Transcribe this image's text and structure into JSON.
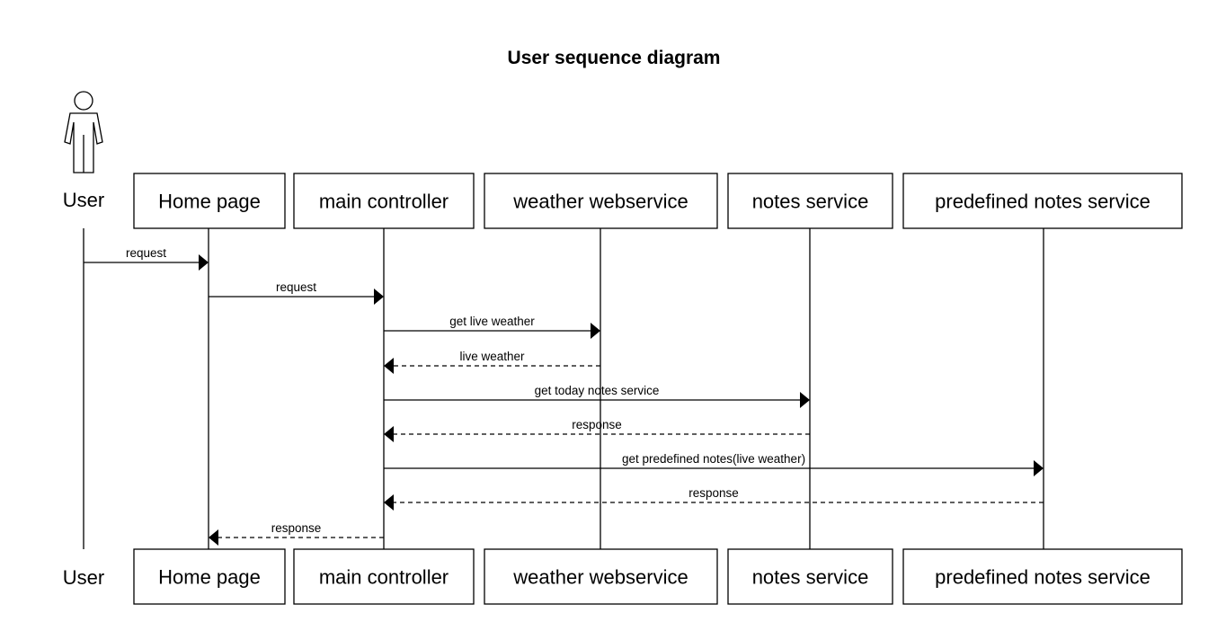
{
  "title": "User sequence diagram",
  "actor": {
    "label": "User"
  },
  "participants": [
    {
      "id": "home",
      "label": "Home page"
    },
    {
      "id": "main",
      "label": "main controller"
    },
    {
      "id": "weather",
      "label": "weather webservice"
    },
    {
      "id": "notes",
      "label": "notes service"
    },
    {
      "id": "predef",
      "label": "predefined notes service"
    }
  ],
  "messages": [
    {
      "from": "user",
      "to": "home",
      "label": "request",
      "style": "solid"
    },
    {
      "from": "home",
      "to": "main",
      "label": "request",
      "style": "solid"
    },
    {
      "from": "main",
      "to": "weather",
      "label": "get live weather",
      "style": "solid"
    },
    {
      "from": "weather",
      "to": "main",
      "label": "live weather",
      "style": "dashed"
    },
    {
      "from": "main",
      "to": "notes",
      "label": "get today notes service",
      "style": "solid"
    },
    {
      "from": "notes",
      "to": "main",
      "label": "response",
      "style": "dashed"
    },
    {
      "from": "main",
      "to": "predef",
      "label": "get predefined notes(live weather)",
      "style": "solid"
    },
    {
      "from": "predef",
      "to": "main",
      "label": "response",
      "style": "dashed"
    },
    {
      "from": "main",
      "to": "home",
      "label": "response",
      "style": "dashed"
    }
  ]
}
